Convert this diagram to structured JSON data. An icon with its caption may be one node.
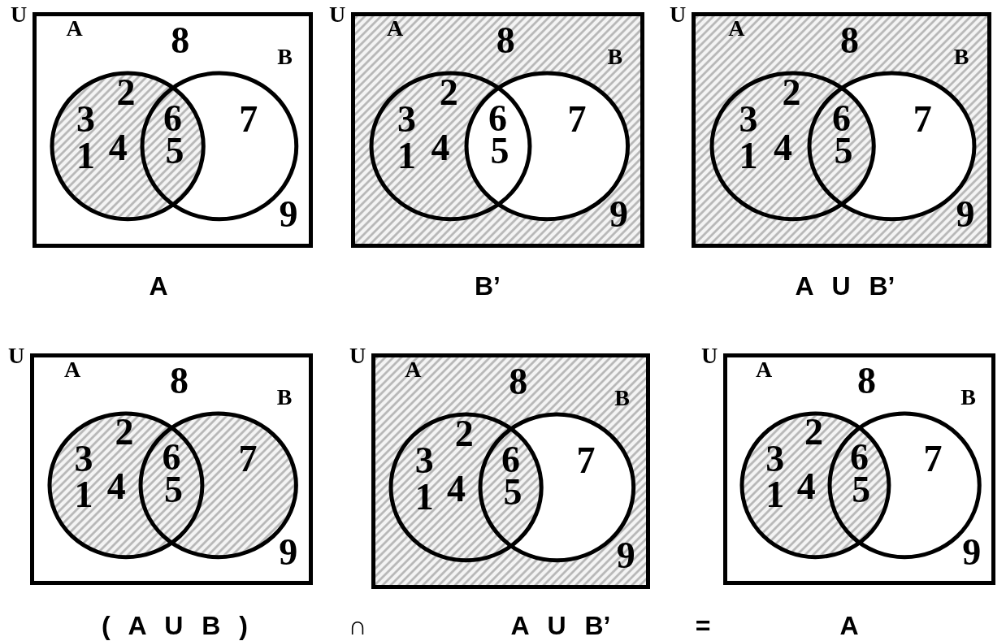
{
  "diagram": {
    "nodes": [
      {
        "text": [
          "U"
        ],
        "beside": [
          "A"
        ]
      },
      {
        "text": [
          "A"
        ],
        "in": 0
      },
      {
        "text": [
          "B"
        ],
        "in": 0
      },
      {
        "text": [
          "U"
        ],
        "beside": [
          "B’"
        ]
      },
      {
        "text": [
          "A"
        ],
        "in": 3
      },
      {
        "text": [
          "B"
        ],
        "in": 3
      },
      {
        "text": [
          "U"
        ],
        "beside": [
          "A U B’"
        ]
      },
      {
        "text": [
          "A"
        ],
        "in": 6
      },
      {
        "text": [
          "B"
        ],
        "in": 6
      },
      {
        "text": [
          "U"
        ],
        "beside": [
          "( A U B )"
        ]
      },
      {
        "text": [
          "A"
        ],
        "in": 9
      },
      {
        "text": [
          "B"
        ],
        "in": 9
      },
      {
        "text": [
          "U"
        ],
        "beside": [
          "A U B’"
        ]
      },
      {
        "text": [
          "A"
        ],
        "in": 12
      },
      {
        "text": [
          "B"
        ],
        "in": 12
      },
      {
        "text": [
          "U"
        ],
        "beside": [
          "A"
        ]
      },
      {
        "text": [
          "A"
        ],
        "in": 15
      },
      {
        "text": [
          "B"
        ],
        "in": 15
      }
    ],
    "edges": [],
    "labels": [
      "8",
      "2",
      "3",
      "6",
      "7",
      "1",
      "4",
      "5",
      "9",
      "8",
      "2",
      "3",
      "6",
      "7",
      "1",
      "4",
      "5",
      "9",
      "8",
      "2",
      "3",
      "6",
      "7",
      "1",
      "4",
      "5",
      "9",
      "8",
      "2",
      "3",
      "6",
      "7",
      "1",
      "4",
      "5",
      "9",
      "8",
      "2",
      "3",
      "6",
      "7",
      "1",
      "4",
      "5",
      "9",
      "8",
      "2",
      "3",
      "6",
      "7",
      "1",
      "4",
      "5",
      "9",
      "∩",
      "="
    ]
  }
}
